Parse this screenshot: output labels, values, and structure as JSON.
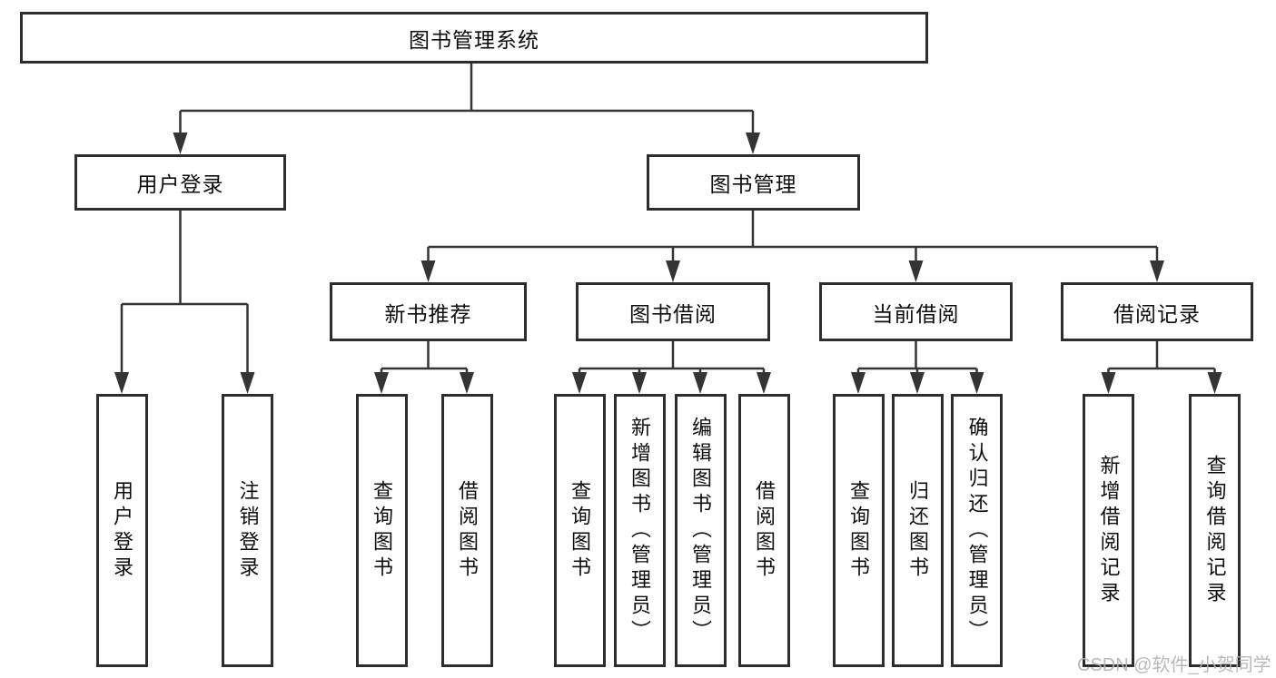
{
  "diagram": {
    "root": {
      "label": "图书管理系统"
    },
    "level2": [
      {
        "label": "用户登录"
      },
      {
        "label": "图书管理"
      }
    ],
    "level3": [
      {
        "label": "新书推荐"
      },
      {
        "label": "图书借阅"
      },
      {
        "label": "当前借阅"
      },
      {
        "label": "借阅记录"
      }
    ],
    "leaves": {
      "user_login": [
        "用户登录",
        "注销登录"
      ],
      "new_books": [
        "查询图书",
        "借阅图书"
      ],
      "book_borrow": [
        "查询图书",
        "新增图书（管理员）",
        "编辑图书（管理员）",
        "借阅图书"
      ],
      "current_borrow": [
        "查询图书",
        "归还图书",
        "确认归还（管理员）"
      ],
      "borrow_records": [
        "新增借阅记录",
        "查询借阅记录"
      ]
    },
    "colors": {
      "line": "#343434",
      "border": "#2d2d2d",
      "background": "#ffffff",
      "watermark": "#b2b2b2"
    },
    "watermark": "CSDN @软件_小贺同学"
  }
}
